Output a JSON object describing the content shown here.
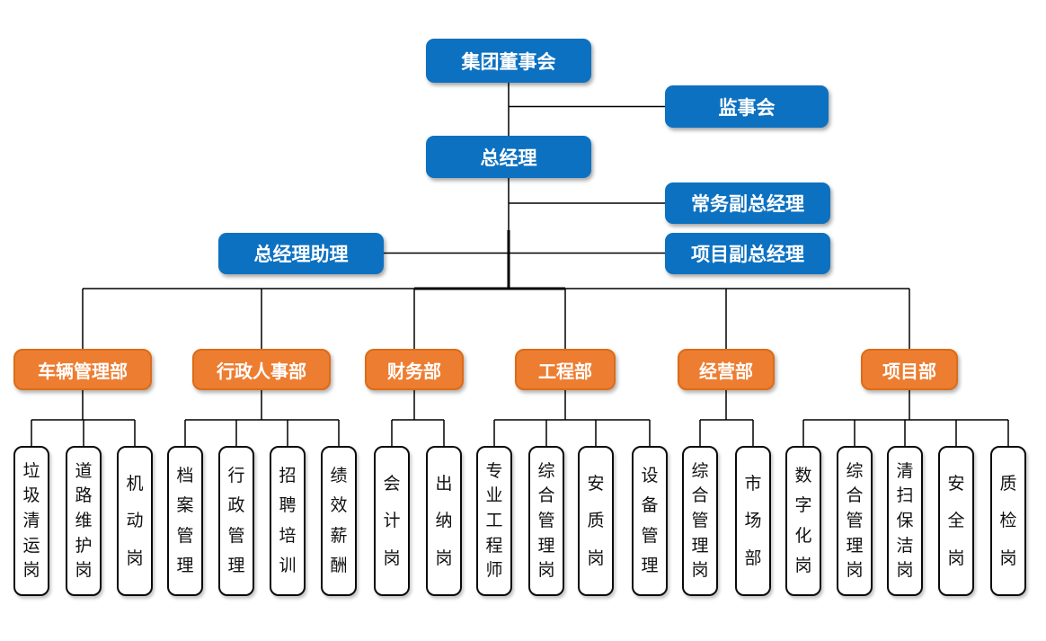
{
  "colors": {
    "executive_box": "#0d71c1",
    "department_box": "#ed7d31",
    "department_border": "#dc6c17",
    "position_box_border": "#0a0a0a",
    "connector": "#000000",
    "background": "#ffffff"
  },
  "top": {
    "board": "集团董事会",
    "supervisory": "监事会",
    "gm": "总经理",
    "evp": "常务副总经理",
    "assistant": "总经理助理",
    "pvp": "项目副总经理"
  },
  "departments": [
    {
      "label": "车辆管理部",
      "children": [
        "垃圾清运岗",
        "道路维护岗",
        "机动岗"
      ]
    },
    {
      "label": "行政人事部",
      "children": [
        "档案管理",
        "行政管理",
        "招聘培训",
        "绩效薪酬"
      ]
    },
    {
      "label": "财务部",
      "children": [
        "会计岗",
        "出纳岗"
      ]
    },
    {
      "label": "工程部",
      "children": [
        "专业工程师",
        "综合管理岗",
        "安质岗",
        "设备管理"
      ]
    },
    {
      "label": "经营部",
      "children": [
        "综合管理岗",
        "市场部"
      ]
    },
    {
      "label": "项目部",
      "children": [
        "数字化岗",
        "综合管理岗",
        "清扫保洁岗",
        "安全岗",
        "质检岗"
      ]
    }
  ]
}
